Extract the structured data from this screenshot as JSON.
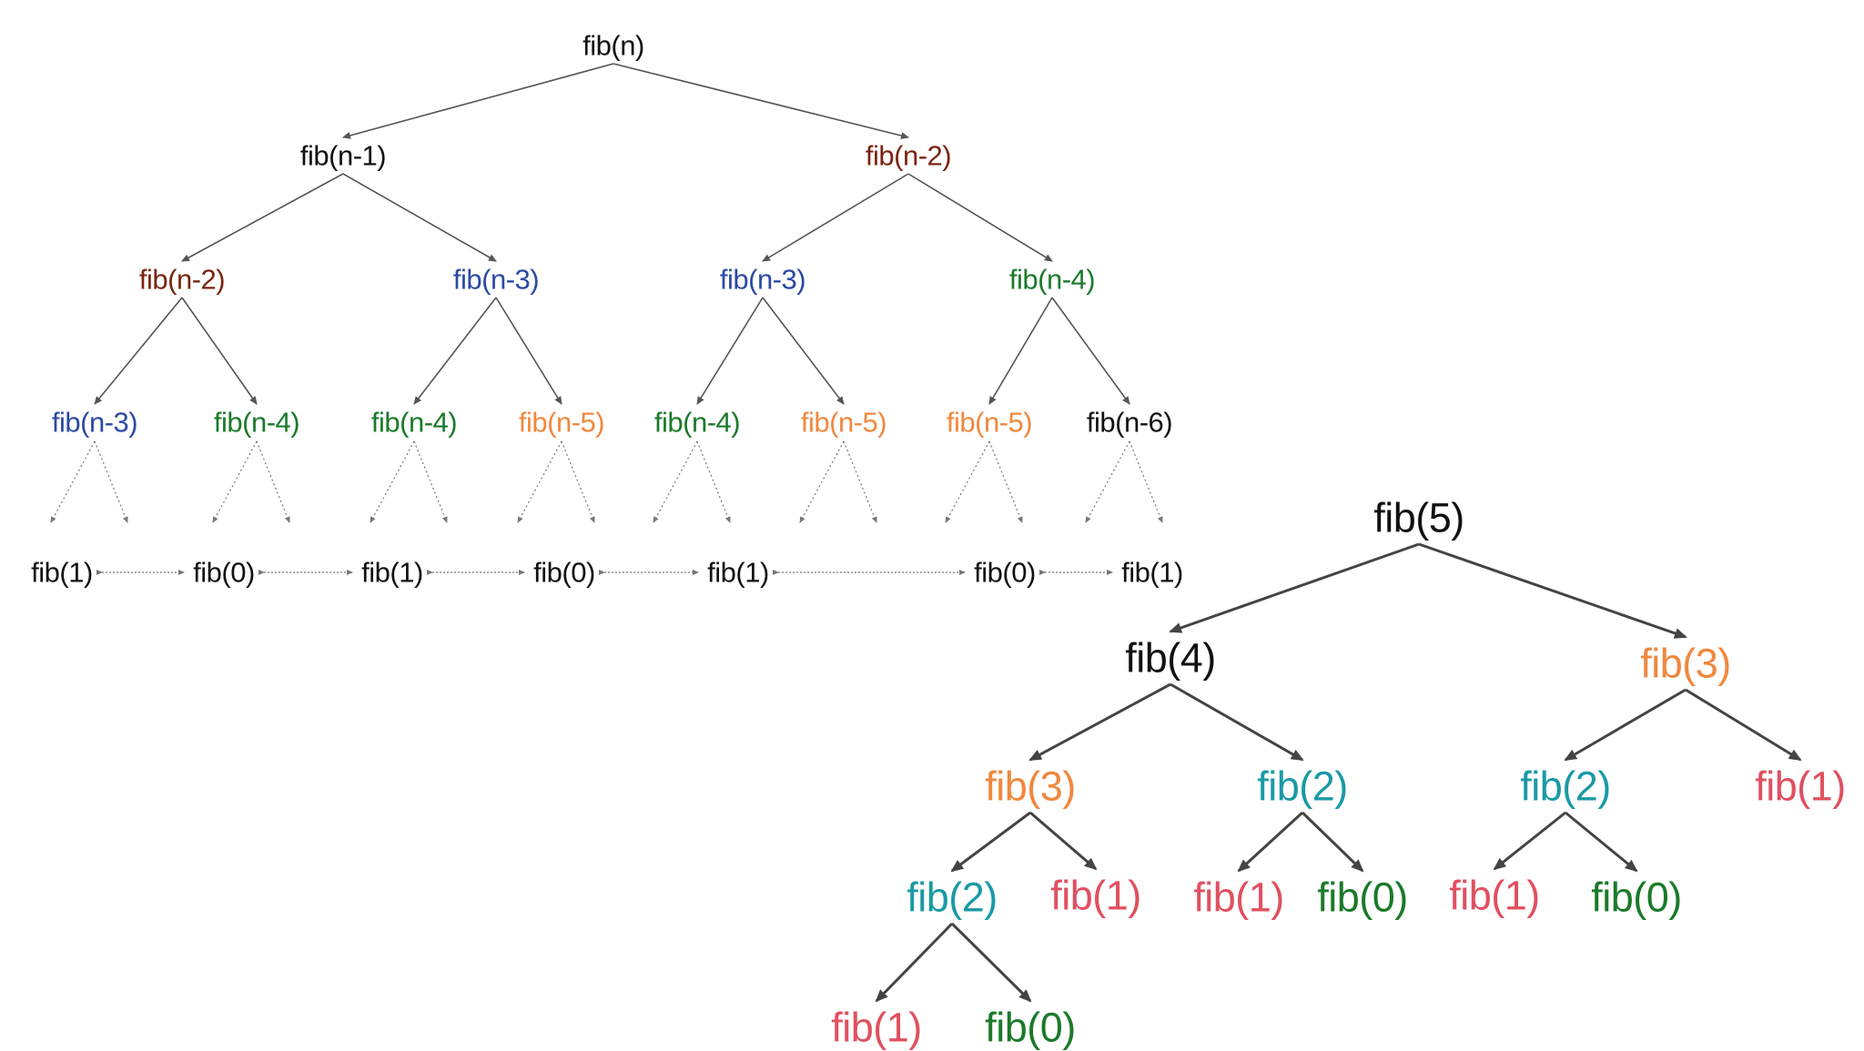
{
  "colors": {
    "black": "#111111",
    "brown": "#7a2410",
    "blue": "#2b4aa3",
    "green": "#1a7a2a",
    "orange": "#f0883e",
    "red": "#e05060",
    "teal": "#1a9aa5",
    "edge": "#555555",
    "edge_light": "#777777"
  },
  "general_tree": {
    "nodes": [
      {
        "id": "r",
        "label": "fib(n)",
        "color": "black"
      },
      {
        "id": "a1",
        "label": "fib(n-1)",
        "color": "black"
      },
      {
        "id": "a2",
        "label": "fib(n-2)",
        "color": "brown"
      },
      {
        "id": "b1",
        "label": "fib(n-2)",
        "color": "brown"
      },
      {
        "id": "b2",
        "label": "fib(n-3)",
        "color": "blue"
      },
      {
        "id": "b3",
        "label": "fib(n-3)",
        "color": "blue"
      },
      {
        "id": "b4",
        "label": "fib(n-4)",
        "color": "green"
      },
      {
        "id": "c1",
        "label": "fib(n-3)",
        "color": "blue"
      },
      {
        "id": "c2",
        "label": "fib(n-4)",
        "color": "green"
      },
      {
        "id": "c3",
        "label": "fib(n-4)",
        "color": "green"
      },
      {
        "id": "c4",
        "label": "fib(n-5)",
        "color": "orange"
      },
      {
        "id": "c5",
        "label": "fib(n-4)",
        "color": "green"
      },
      {
        "id": "c6",
        "label": "fib(n-5)",
        "color": "orange"
      },
      {
        "id": "c7",
        "label": "fib(n-5)",
        "color": "orange"
      },
      {
        "id": "c8",
        "label": "fib(n-6)",
        "color": "black"
      }
    ],
    "edges": [
      [
        "r",
        "a1"
      ],
      [
        "r",
        "a2"
      ],
      [
        "a1",
        "b1"
      ],
      [
        "a1",
        "b2"
      ],
      [
        "a2",
        "b3"
      ],
      [
        "a2",
        "b4"
      ],
      [
        "b1",
        "c1"
      ],
      [
        "b1",
        "c2"
      ],
      [
        "b2",
        "c3"
      ],
      [
        "b2",
        "c4"
      ],
      [
        "b3",
        "c5"
      ],
      [
        "b3",
        "c6"
      ],
      [
        "b4",
        "c7"
      ],
      [
        "b4",
        "c8"
      ]
    ],
    "base_cases": [
      {
        "id": "d1",
        "label": "fib(1)",
        "color": "black"
      },
      {
        "id": "d2",
        "label": "fib(0)",
        "color": "black"
      },
      {
        "id": "d3",
        "label": "fib(1)",
        "color": "black"
      },
      {
        "id": "d4",
        "label": "fib(0)",
        "color": "black"
      },
      {
        "id": "d5",
        "label": "fib(1)",
        "color": "black"
      },
      {
        "id": "d6",
        "label": "fib(0)",
        "color": "black"
      },
      {
        "id": "d7",
        "label": "fib(1)",
        "color": "black"
      }
    ]
  },
  "concrete_tree": {
    "nodes": [
      {
        "id": "f5",
        "label": "fib(5)",
        "color": "black"
      },
      {
        "id": "f4",
        "label": "fib(4)",
        "color": "black"
      },
      {
        "id": "f3r",
        "label": "fib(3)",
        "color": "orange"
      },
      {
        "id": "f3l",
        "label": "fib(3)",
        "color": "orange"
      },
      {
        "id": "f2a",
        "label": "fib(2)",
        "color": "teal"
      },
      {
        "id": "f2b",
        "label": "fib(2)",
        "color": "teal"
      },
      {
        "id": "f1a",
        "label": "fib(1)",
        "color": "red"
      },
      {
        "id": "f2c",
        "label": "fib(2)",
        "color": "teal"
      },
      {
        "id": "f1b",
        "label": "fib(1)",
        "color": "red"
      },
      {
        "id": "f1c",
        "label": "fib(1)",
        "color": "red"
      },
      {
        "id": "f0a",
        "label": "fib(0)",
        "color": "green"
      },
      {
        "id": "f1d",
        "label": "fib(1)",
        "color": "red"
      },
      {
        "id": "f0b",
        "label": "fib(0)",
        "color": "green"
      },
      {
        "id": "f1e",
        "label": "fib(1)",
        "color": "red"
      },
      {
        "id": "f0c",
        "label": "fib(0)",
        "color": "green"
      }
    ],
    "edges": [
      [
        "f5",
        "f4"
      ],
      [
        "f5",
        "f3r"
      ],
      [
        "f4",
        "f3l"
      ],
      [
        "f4",
        "f2a"
      ],
      [
        "f3r",
        "f2b"
      ],
      [
        "f3r",
        "f1a"
      ],
      [
        "f3l",
        "f2c"
      ],
      [
        "f3l",
        "f1b"
      ],
      [
        "f2a",
        "f1c"
      ],
      [
        "f2a",
        "f0a"
      ],
      [
        "f2b",
        "f1d"
      ],
      [
        "f2b",
        "f0b"
      ],
      [
        "f2c",
        "f1e"
      ],
      [
        "f2c",
        "f0c"
      ]
    ]
  }
}
